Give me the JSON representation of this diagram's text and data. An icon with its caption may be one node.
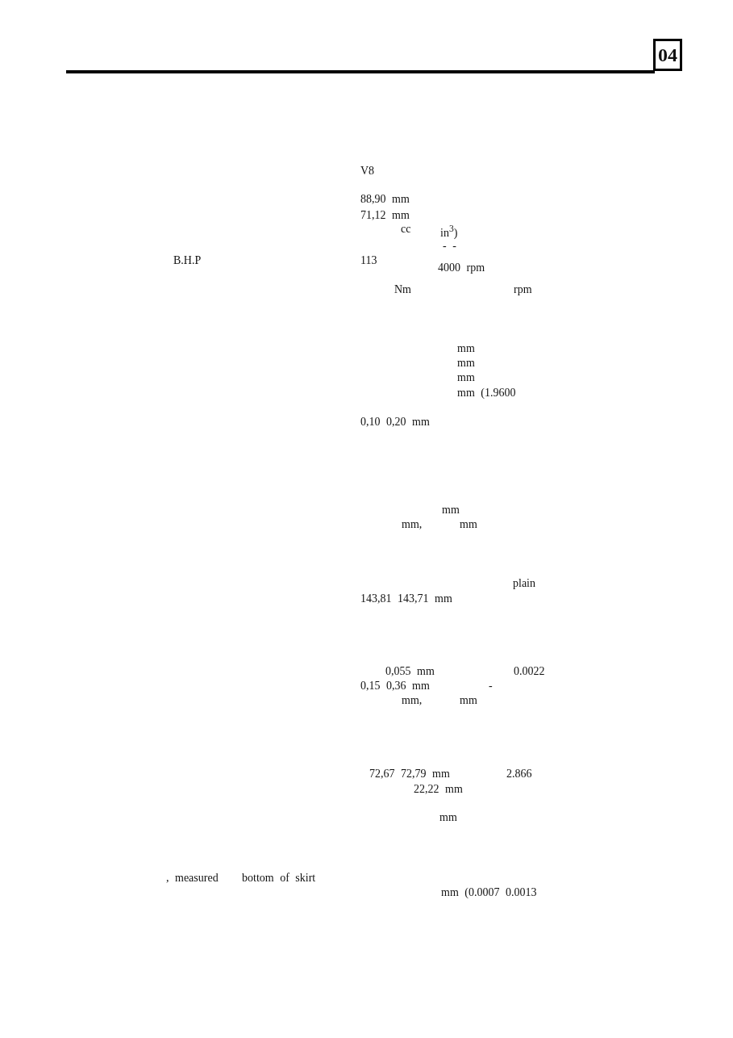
{
  "diagram": {
    "nodes": [
      {
        "text": [
          "04"
        ]
      }
    ],
    "labels": [
      "V8",
      "88,90 mm",
      "71,12 mm",
      "cc",
      "in$^{3}$)",
      "- -",
      "B.H.P",
      "113",
      "4000 rpm",
      "Nm",
      "rpm",
      "mm",
      "mm",
      "mm",
      "mm (1.9600",
      "0,10 0,20 mm",
      "mm",
      "mm,",
      "mm",
      "plain",
      "143,81 143,71 mm",
      "0,055 mm",
      "0.0022",
      "0,15 0,36 mm",
      "-",
      "mm,",
      "mm",
      "72,67 72,79 mm",
      "2.866",
      "22,22 mm",
      "mm",
      ", measured",
      "bottom of skirt",
      "mm (0.0007 0.0013"
    ]
  }
}
